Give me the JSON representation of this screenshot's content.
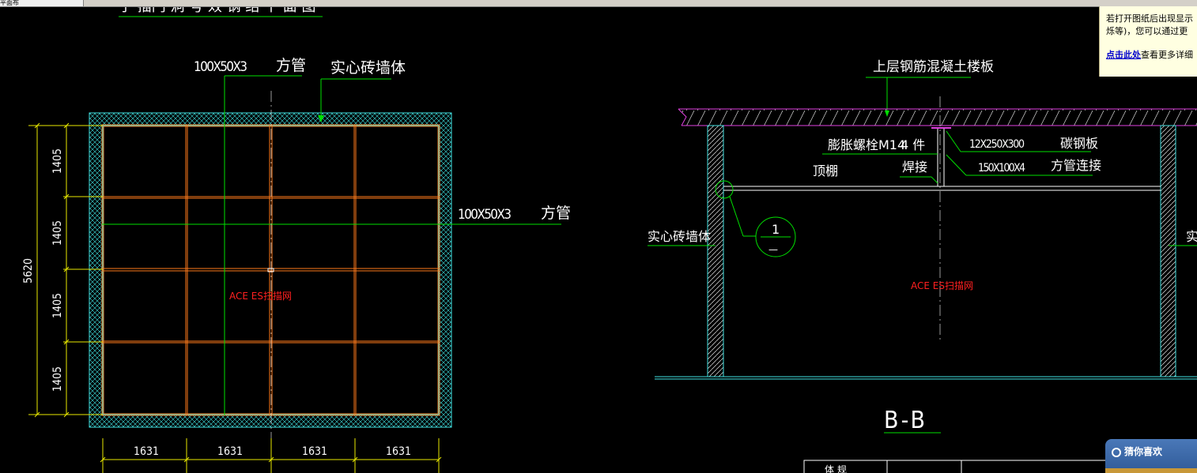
{
  "window": {
    "tab_label": "平面布"
  },
  "drawing": {
    "top_title": "宁 插门 洞 号 效 钢 结 平 面 图",
    "left_plan": {
      "callout_tube_top": {
        "size": "100X50X3",
        "label": "方管"
      },
      "callout_wall": "实心砖墙体",
      "callout_tube_right": {
        "size": "100X50X3",
        "label": "方管"
      },
      "dims_vertical": [
        "1405",
        "1405",
        "1405",
        "1405"
      ],
      "dim_total": "5620",
      "dims_horizontal": [
        "1631",
        "1631",
        "1631",
        "1631"
      ],
      "watermark": "ACE ES扫描网"
    },
    "section": {
      "slab_label": "上层钢筋混凝土楼板",
      "bolt_label": "膨胀螺栓M14",
      "bolt_count": "4 件",
      "plate_size": "12X250X300",
      "plate_label": "碳钢板",
      "ceiling_label": "顶棚",
      "weld_label": "焊接",
      "tube_size": "150X100X4",
      "tube_label": "方管连接",
      "wall_label": "实心砖墙体",
      "wall_label_right": "实",
      "detail_top": "1",
      "detail_bottom": "—",
      "watermark": "ACE ES扫描网",
      "title": "B-B"
    },
    "table_cell": "体 规"
  },
  "notice": {
    "line1": "若打开图纸后出现显示",
    "line2": "烁等)，您可以通过更",
    "link": "点击此处",
    "line3_rest": "查看更多详细"
  },
  "guess_button": {
    "label": "猜你喜欢"
  },
  "colors": {
    "green": "#00e000",
    "orange": "#ff7a1a",
    "cyan": "#40e0e0",
    "yellow": "#e8e800",
    "magenta": "#e040e0",
    "white": "#ffffff",
    "red": "#ff2020"
  }
}
